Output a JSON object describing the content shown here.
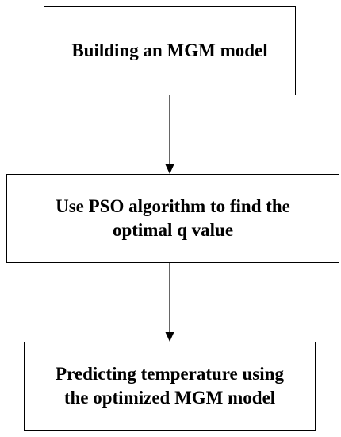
{
  "diagram": {
    "steps": [
      {
        "lines": [
          "Building an MGM model"
        ]
      },
      {
        "lines": [
          "Use PSO algorithm to find the",
          "optimal q value"
        ]
      },
      {
        "lines": [
          "Predicting temperature using",
          "the optimized MGM model"
        ]
      }
    ],
    "colors": {
      "border": "#000000",
      "text": "#000000",
      "background": "#ffffff"
    }
  }
}
